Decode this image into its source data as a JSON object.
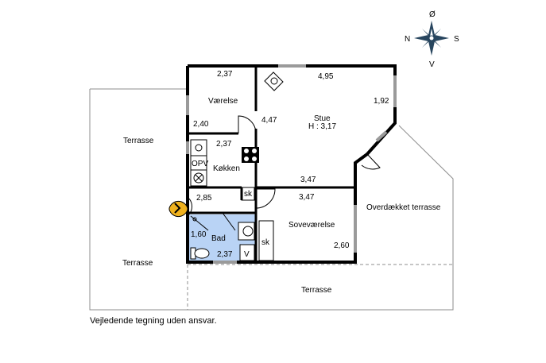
{
  "compass": {
    "north": "Ø",
    "east": "S",
    "south": "V",
    "west": "N"
  },
  "rooms": {
    "vaerelse": {
      "name": "Værelse",
      "width": "2,37",
      "depth": "2,40"
    },
    "stue": {
      "name": "Stue",
      "height": "H : 3,17",
      "width": "4,95",
      "depth": "1,92",
      "extra": "4,47"
    },
    "koekken": {
      "name": "Køkken",
      "width": "2,37",
      "depth": "2,85",
      "opv": "OPV"
    },
    "entre": {
      "width": "3,47"
    },
    "sovevaerelse": {
      "name": "Soveværelse",
      "width": "3,47",
      "depth": "2,60"
    },
    "bad": {
      "name": "Bad",
      "width": "2,37",
      "depth": "1,60"
    }
  },
  "fixtures": {
    "sk": "sk",
    "v": "V"
  },
  "outdoor": {
    "terrasse_left_top": "Terrasse",
    "terrasse_left_bottom": "Terrasse",
    "terrasse_bottom": "Terrasse",
    "covered": "Overdækket terrasse"
  },
  "caption": "Vejledende tegning uden ansvar.",
  "colors": {
    "wall": "#000000",
    "bath": "#b9d3f5",
    "window": "#9a9a9a",
    "entrance": "#f0b21e",
    "site_line": "#8c8c8c"
  }
}
